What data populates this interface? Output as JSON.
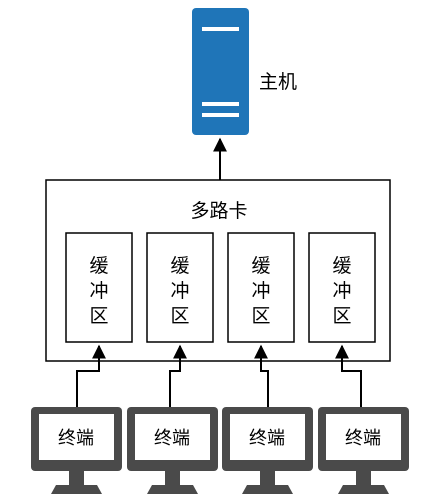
{
  "host": {
    "label": "主机",
    "color": "#1f75b8",
    "icon": "server-icon"
  },
  "mux_card": {
    "label": "多路卡"
  },
  "buffers": [
    {
      "lines": [
        "缓",
        "冲",
        "区"
      ]
    },
    {
      "lines": [
        "缓",
        "冲",
        "区"
      ]
    },
    {
      "lines": [
        "缓",
        "冲",
        "区"
      ]
    },
    {
      "lines": [
        "缓",
        "冲",
        "区"
      ]
    }
  ],
  "terminals": [
    {
      "label": "终端",
      "icon": "monitor-icon"
    },
    {
      "label": "终端",
      "icon": "monitor-icon"
    },
    {
      "label": "终端",
      "icon": "monitor-icon"
    },
    {
      "label": "终端",
      "icon": "monitor-icon"
    }
  ],
  "colors": {
    "terminal": "#4a4a4a",
    "server": "#1f75b8",
    "stroke": "#000000"
  }
}
